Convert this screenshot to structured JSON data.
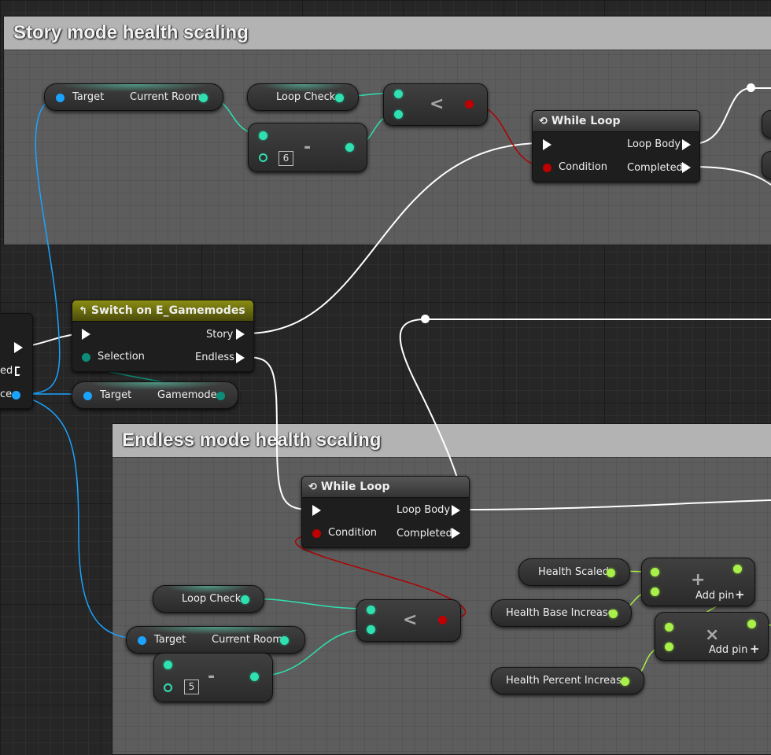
{
  "comments": {
    "story": "Story mode health scaling",
    "endless": "Endless mode health scaling"
  },
  "story": {
    "get_current_room": {
      "target": "Target",
      "output": "Current Room"
    },
    "loop_check": "Loop Check",
    "subtract": {
      "symbol": "-",
      "default_value": "6"
    },
    "less_than": {
      "symbol": "<"
    },
    "while_loop": {
      "title": "While Loop",
      "condition": "Condition",
      "loop_body": "Loop Body",
      "completed": "Completed"
    }
  },
  "switch_node": {
    "title": "Switch on E_Gamemodes",
    "selection": "Selection",
    "story": "Story",
    "endless": "Endless"
  },
  "get_gamemode": {
    "target": "Target",
    "output": "Gamemode"
  },
  "partial_node": {
    "label1": "ed",
    "label2": "ce"
  },
  "endless": {
    "while_loop": {
      "title": "While Loop",
      "condition": "Condition",
      "loop_body": "Loop Body",
      "completed": "Completed"
    },
    "loop_check": "Loop Check",
    "get_current_room": {
      "target": "Target",
      "output": "Current Room"
    },
    "subtract": {
      "symbol": "-",
      "default_value": "5"
    },
    "less_than": {
      "symbol": "<"
    },
    "health_scaled": "Health Scaled",
    "health_base_increase": "Health Base Increase",
    "health_percent_increase": "Health Percent Increase",
    "add": {
      "symbol": "+",
      "add_pin": "Add pin"
    },
    "multiply": {
      "symbol": "×",
      "add_pin": "Add pin"
    }
  },
  "colors": {
    "exec": "#ffffff",
    "object": "#1aa3ff",
    "integer": "#2fe0b0",
    "float": "#aaf04a",
    "boolean": "#c00000",
    "enum": "#0d8c78"
  }
}
